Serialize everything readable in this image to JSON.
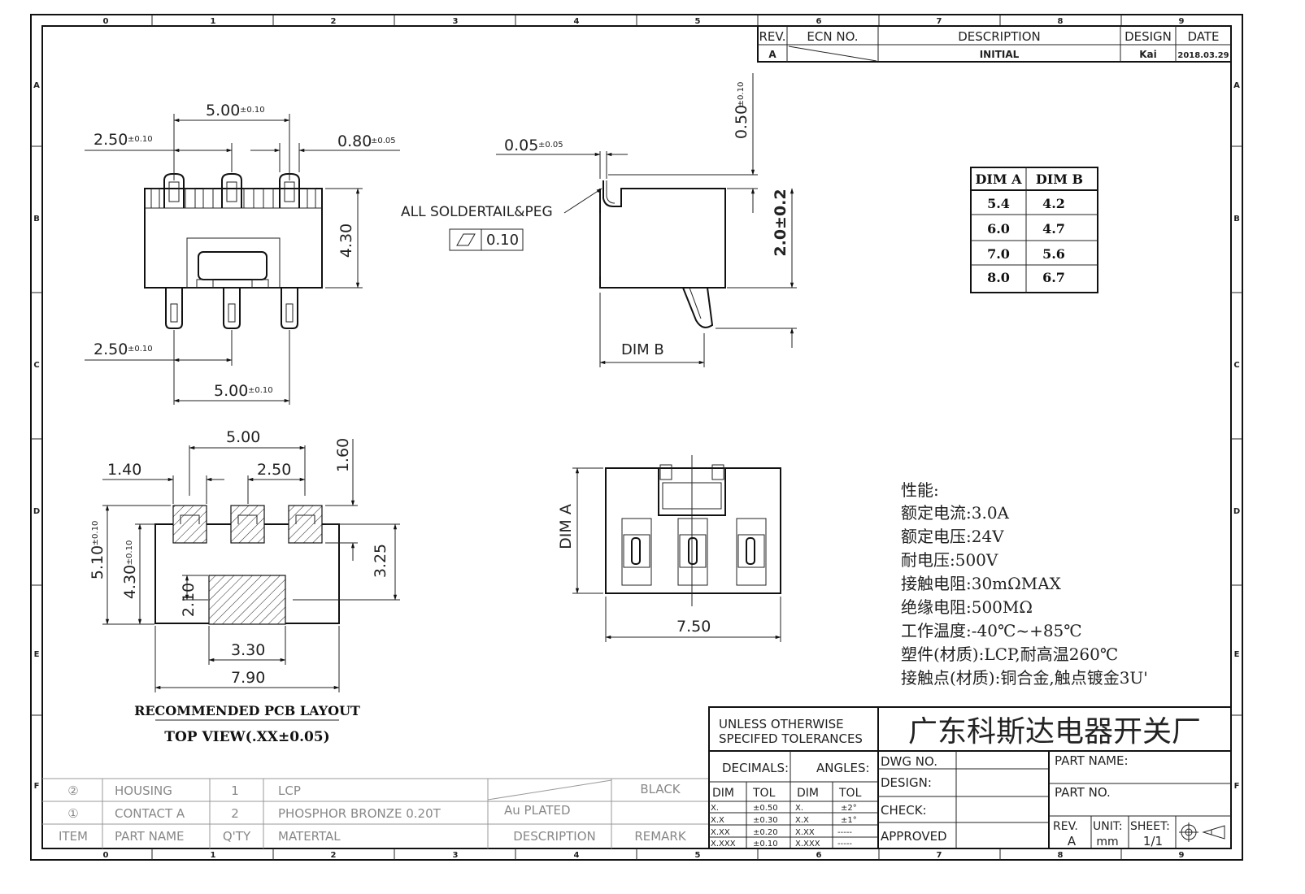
{
  "frame": {
    "col_labels": [
      "0",
      "1",
      "2",
      "3",
      "4",
      "5",
      "6",
      "7",
      "8",
      "9"
    ],
    "row_labels": [
      "A",
      "B",
      "C",
      "D",
      "E",
      "F"
    ]
  },
  "revision_table": {
    "headers": {
      "rev": "REV.",
      "ecn": "ECN NO.",
      "description": "DESCRIPTION",
      "design": "DESIGN",
      "date": "DATE"
    },
    "row": {
      "rev": "A",
      "description": "INITIAL",
      "design": "Kai",
      "date": "2018.03.29"
    }
  },
  "front_view": {
    "dim_top": {
      "value": "5.00",
      "tol": "±0.10"
    },
    "dim_left_top": {
      "value": "2.50",
      "tol": "±0.10"
    },
    "dim_right_top": {
      "value": "0.80",
      "tol": "±0.05"
    },
    "dim_height": "4.30",
    "dim_left_bottom": {
      "value": "2.50",
      "tol": "±0.10"
    },
    "dim_bottom": {
      "value": "5.00",
      "tol": "±0.10"
    }
  },
  "side_view": {
    "dim_thickness": {
      "value": "0.05",
      "tol": "±0.05"
    },
    "dim_offset": {
      "value": "0.50",
      "tol": "±0.10"
    },
    "dim_height": "2.0±0.2",
    "note": "ALL SOLDERTAIL&PEG",
    "flatness": "0.10",
    "dim_b": "DIM B"
  },
  "dim_table": {
    "headers": [
      "DIM A",
      "DIM B"
    ],
    "rows": [
      [
        "5.4",
        "4.2"
      ],
      [
        "6.0",
        "4.7"
      ],
      [
        "7.0",
        "5.6"
      ],
      [
        "8.0",
        "6.7"
      ]
    ]
  },
  "pcb_layout": {
    "dim_500": "5.00",
    "dim_140": "1.40",
    "dim_250": "2.50",
    "dim_160": "1.60",
    "dim_510": {
      "value": "5.10",
      "tol": "±0.10"
    },
    "dim_430": {
      "value": "4.30",
      "tol": "±0.10"
    },
    "dim_210": "2.10",
    "dim_325": "3.25",
    "dim_330": "3.30",
    "dim_790": "7.90",
    "title": "RECOMMENDED PCB LAYOUT",
    "subtitle": "TOP VIEW(.XX±0.05)"
  },
  "top_view": {
    "dim_a": "DIM A",
    "dim_750": "7.50"
  },
  "specs": {
    "heading": "性能:",
    "lines": [
      "额定电流:3.0A",
      "额定电压:24V",
      "耐电压:500V",
      "接触电阻:30mΩMAX",
      "绝缘电阻:500MΩ",
      "工作温度:-40℃~+85℃",
      "塑件(材质):LCP,耐高温260℃",
      "接触点(材质):铜合金,触点镀金3U'"
    ]
  },
  "bom": {
    "rows": [
      {
        "item": "②",
        "part": "HOUSING",
        "qty": "1",
        "material": "LCP",
        "description": "",
        "remark": "BLACK"
      },
      {
        "item": "①",
        "part": "CONTACT A",
        "qty": "2",
        "material": "PHOSPHOR BRONZE 0.20T",
        "description": "Au PLATED",
        "remark": ""
      }
    ],
    "headers": {
      "item": "ITEM",
      "part": "PART NAME",
      "qty": "Q'TY",
      "material": "MATERTAL",
      "description": "DESCRIPTION",
      "remark": "REMARK"
    }
  },
  "title_block": {
    "tolerance_note_1": "UNLESS OTHERWISE",
    "tolerance_note_2": "SPECIFED TOLERANCES",
    "company": "广东科斯达电器开关厂",
    "decimals": "DECIMALS:",
    "angles": "ANGLES:",
    "dim": "DIM",
    "tol": "TOL",
    "decimal_rows": [
      [
        "X.",
        "±0.50"
      ],
      [
        "X.X",
        "±0.30"
      ],
      [
        "X.XX",
        "±0.20"
      ],
      [
        "X.XXX",
        "±0.10"
      ]
    ],
    "angle_rows": [
      [
        "X.",
        "±2°"
      ],
      [
        "X.X",
        "±1°"
      ],
      [
        "X.XX",
        "-----"
      ],
      [
        "X.XXX",
        "-----"
      ]
    ],
    "dwg_no": "DWG NO.",
    "design": "DESIGN:",
    "check": "CHECK:",
    "approved": "APPROVED",
    "part_name": "PART NAME:",
    "part_no": "PART NO.",
    "rev_label": "REV.",
    "rev_value": "A",
    "unit_label": "UNIT:",
    "unit_value": "mm",
    "sheet_label": "SHEET:",
    "sheet_value": "1/1"
  }
}
